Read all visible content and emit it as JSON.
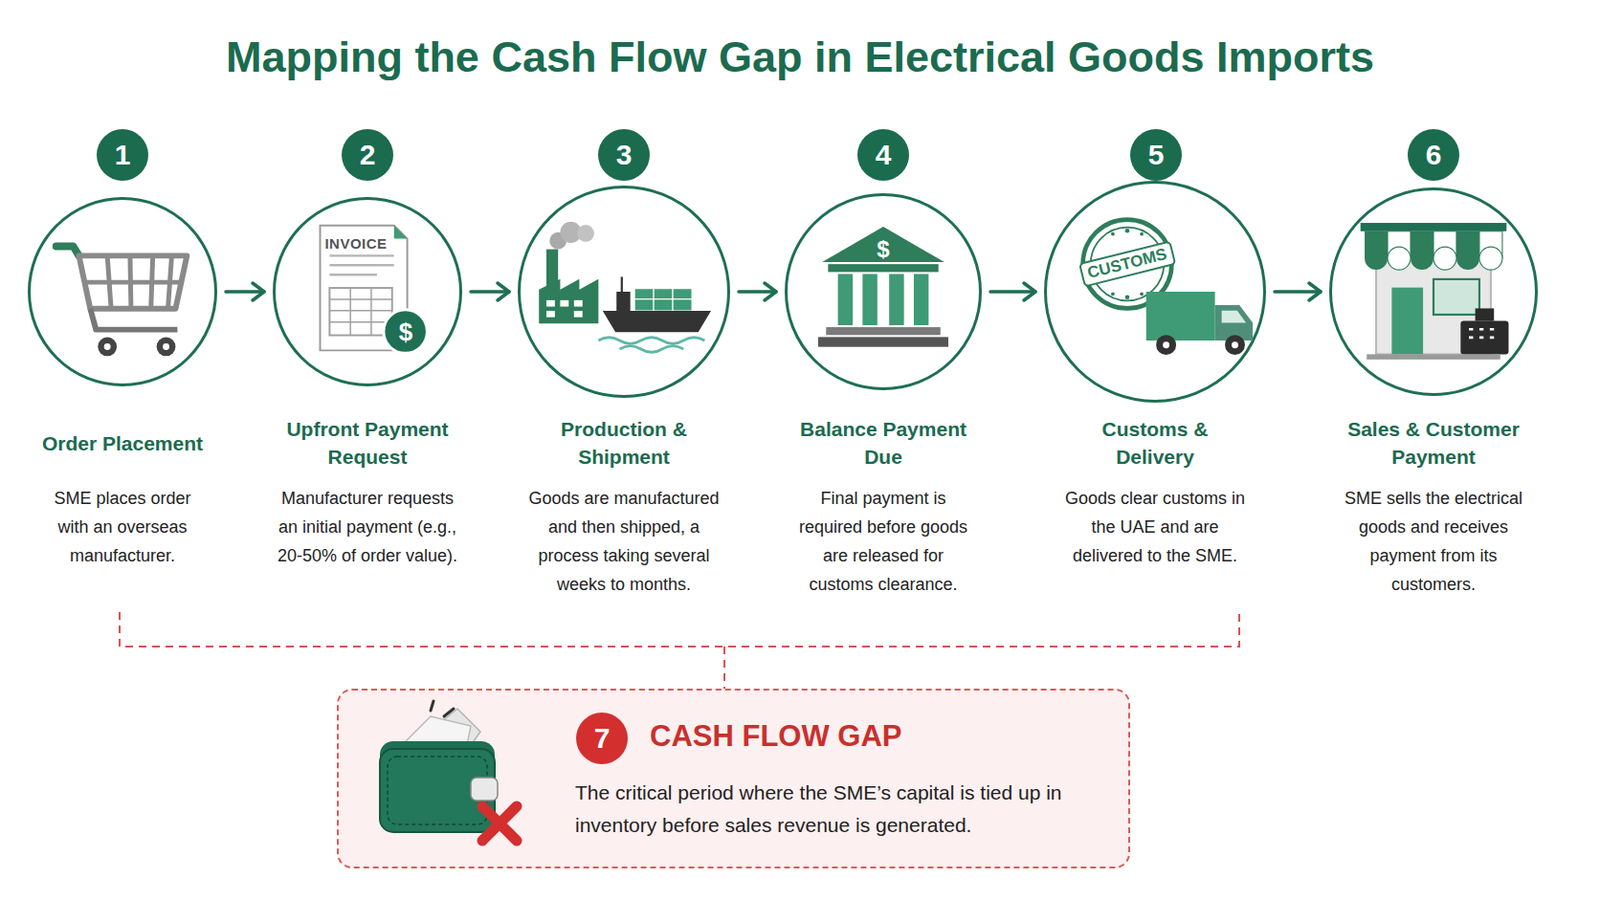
{
  "diagram": {
    "title": "Mapping the Cash Flow Gap in Electrical Goods Imports",
    "nodes": [
      {
        "text": [
          "1"
        ]
      },
      {
        "text": [
          "Order Placement",
          "SME places order with an overseas manufacturer."
        ]
      },
      {
        "text": [
          "2"
        ]
      },
      {
        "text": [
          "Upfront Payment Request",
          "Manufacturer requests an initial payment (e.g., 20-50% of order value)."
        ]
      },
      {
        "text": [
          "3"
        ]
      },
      {
        "text": [
          "Production & Shipment",
          "Goods are manufactured and then shipped, a process taking several weeks to months."
        ]
      },
      {
        "text": [
          "4"
        ]
      },
      {
        "text": [
          "Balance Payment Due",
          "Final payment is required before goods are released for customs clearance."
        ]
      },
      {
        "text": [
          "5"
        ]
      },
      {
        "text": [
          "Customs & Delivery",
          "Goods clear customs in the UAE and are delivered to the SME."
        ]
      },
      {
        "text": [
          "6"
        ]
      },
      {
        "text": [
          "Sales & Customer Payment",
          "SME sells the electrical goods and receives payment from its customers."
        ]
      },
      {
        "text": [
          "CASH FLOW GAP",
          "The critical period where the SME’s capital is tied up in inventory before sales revenue is generated."
        ]
      },
      {
        "text": [
          "7"
        ],
        "in": 12
      }
    ],
    "edges": [
      {
        "from": 1,
        "to": 3,
        "arrow": "to"
      },
      {
        "from": 3,
        "to": 5,
        "arrow": "to"
      },
      {
        "from": 5,
        "to": 7,
        "arrow": "to"
      },
      {
        "from": 7,
        "to": 9,
        "arrow": "to"
      },
      {
        "from": 9,
        "to": 11,
        "arrow": "to"
      }
    ],
    "labels": [
      "INVOICE",
      "$",
      "$",
      "CUSTOMS"
    ]
  }
}
